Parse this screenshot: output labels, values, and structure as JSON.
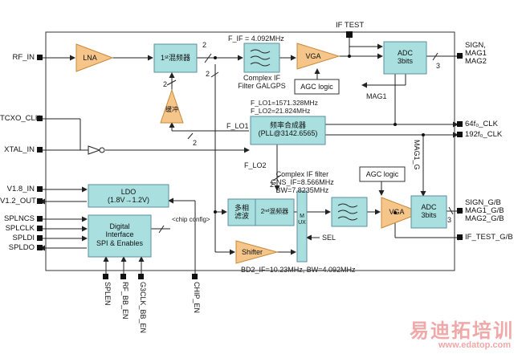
{
  "pins_left": {
    "rf_in": "RF_IN",
    "tcxo_clk": "TCXO_CLK",
    "xtal_in": "XTAL_IN",
    "v18_in": "V1.8_IN",
    "v12_out": "V1.2_OUT",
    "spl_ncs": "SPLNCS",
    "spl_clk": "SPLCLK",
    "spl_di": "SPLDI",
    "spl_do": "SPLDO"
  },
  "pins_right": {
    "sign_mag": "SIGN,\nMAG1\nMAG2",
    "clk64": "64f₀_CLK",
    "clk192": "192f₀_CLK",
    "sign_gb": "SIGN_G/B\nMAG1_G/B\nMAG2_G/B",
    "if_test_gb": "IF_TEST_G/B"
  },
  "pins_bottom": {
    "spl_en": "SPLEN",
    "rf_bb_en": "RF_BB_EN",
    "g3clk_bb_en": "G3CLK_BB_EN",
    "chip_en": "CHIP_EN"
  },
  "pin_top": {
    "if_test": "IF TEST"
  },
  "blocks": {
    "lna": "LNA",
    "mixer1": "1ˢᵗ混频器",
    "buffer": "缓冲",
    "filter1_caption": "Complex IF\nFilter GALGPS",
    "vga1": "VGA",
    "agc1": "AGC logic",
    "adc1": "ADC\n3bits",
    "synth": "频率合成器\n(PLL@3142.6565)",
    "ldo": "LDO\n(1.8V→1.2V)",
    "digital": "Digital\nInterface\nSPI & Enables",
    "polyphase": "多相\n滤波",
    "mixer2": "2ⁿᵈ混频器",
    "mux": "MUX",
    "vga2": "VGA",
    "agc2": "AGC logic",
    "adc2": "ADC\n3bits",
    "shifter": "Shifter"
  },
  "annotations": {
    "f_if": "F_IF = 4.092MHz",
    "f_lo1_lo2": "F_LO1=1571.328MHz\nF_LO2=21.824MHz",
    "f_lo1": "F_LO1",
    "f_lo2": "F_LO2",
    "filter2": "Complex IF filter\nGNS_IF=8.566MHz\nBW=7.8235MHz",
    "bd2": "BD2_IF=10.23MHz, BW=4.092MHz",
    "mag1": "MAG1",
    "mag1_g": "MAG1_G",
    "sel": "SEL",
    "chip_config": "<chip config>",
    "n2a": "2",
    "n2b": "2",
    "n2c": "2",
    "n2d": "2",
    "n2e": "2",
    "n3a": "3",
    "n3b": "3"
  },
  "watermark": {
    "cn": "易迪拓培训",
    "url": "www.edatop.com"
  },
  "colors": {
    "block_fill": "#a9dfdf",
    "block_stroke": "#5b8fa0",
    "triangle_fill": "#f5c58a",
    "line": "#222222",
    "frame": "#333333",
    "watermark": "#f0a8a8"
  }
}
